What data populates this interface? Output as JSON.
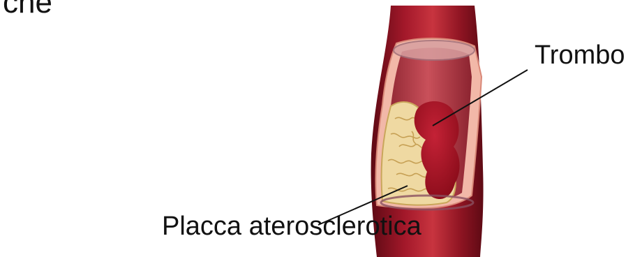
{
  "slide": {
    "title_fragment": "che"
  },
  "figure": {
    "labels": {
      "thrombus": "Trombo",
      "plaque": "Placca aterosclerotica"
    },
    "colors": {
      "vessel_dark": "#7a0f1a",
      "vessel_mid": "#a3182a",
      "vessel_light": "#c8343f",
      "lumen": "#b0303c",
      "thrombus": "#a0101f",
      "plaque": "#eed8a0",
      "plaque_lines": "#caa858",
      "wall_cut": "#f2b0a0",
      "leader_line": "#111111"
    }
  }
}
